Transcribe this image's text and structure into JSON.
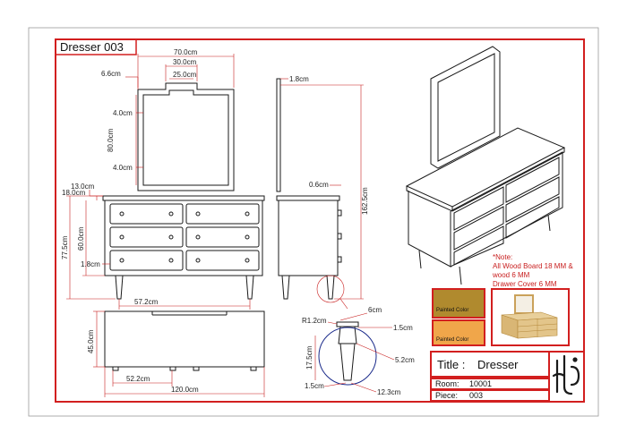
{
  "sheet": {
    "heading": "Dresser  003",
    "title_label": "Title :",
    "title_value": "Dresser",
    "room_label": "Room:",
    "room_value": "10001",
    "piece_label": "Piece:",
    "piece_value": "003",
    "note_lines": [
      "*Note:",
      "All Wood Board 18 MM &",
      "wood 6 MM",
      "Drawer Cover 6 MM"
    ],
    "swatches": [
      {
        "label": "Painted Color",
        "color": "#b08a2e"
      },
      {
        "label": "Painted Color",
        "color": "#f0a64a"
      }
    ],
    "colors": {
      "frame": "#d21f1f",
      "line": "#1a1a1a",
      "dim": "#c81e1e",
      "wood": "#e8cf9a"
    }
  },
  "dimensions": {
    "mirror_width": "70.0cm",
    "mirror_top_width": "30.0cm",
    "mirror_top_inner": "25.0cm",
    "mirror_offset": "6.6cm",
    "mirror_frame_top": "4.0cm",
    "mirror_height": "80.0cm",
    "mirror_frame_bottom": "4.0cm",
    "top_thickness": "13.0cm",
    "top_overhang": "18.0cm",
    "total_height": "77.5cm",
    "body_height": "60.0cm",
    "drawer_gap": "1.8cm",
    "leg_spacing": "57.2cm",
    "side_mirror_depth": "1.8cm",
    "side_handle": "0.6cm",
    "side_total_height": "162.5cm",
    "plan_depth": "45.0cm",
    "plan_inner": "52.2cm",
    "plan_width": "120.0cm",
    "leg_radius": "R1.2cm",
    "leg_top": "6cm",
    "leg_cap": "1.5cm",
    "leg_height": "17.5cm",
    "leg_mid": "5.2cm",
    "leg_base": "1.5cm",
    "leg_bottom": "12.3cm"
  }
}
